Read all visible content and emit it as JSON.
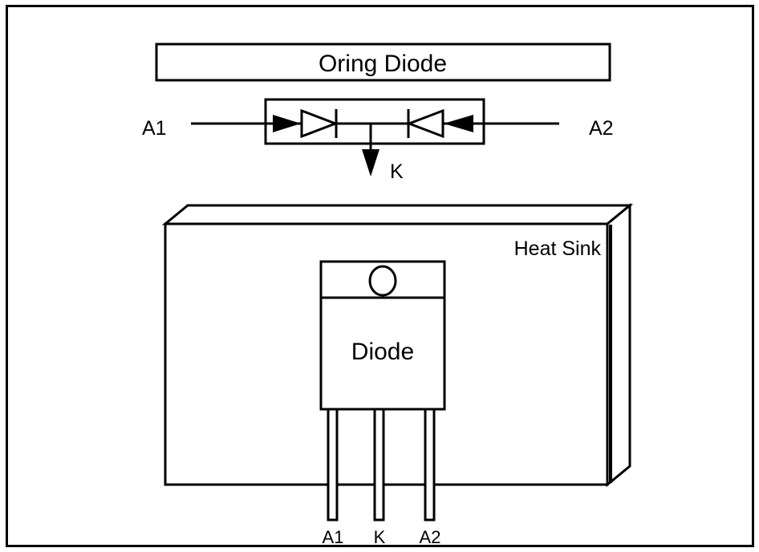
{
  "title_box": {
    "label": "Oring Diode"
  },
  "schematic": {
    "left_terminal": "A1",
    "right_terminal": "A2",
    "output_terminal": "K"
  },
  "heat_sink": {
    "label": "Heat Sink"
  },
  "package": {
    "label": "Diode",
    "pins": [
      "A1",
      "K",
      "A2"
    ]
  },
  "colors": {
    "stroke": "#000000",
    "background": "#ffffff"
  }
}
